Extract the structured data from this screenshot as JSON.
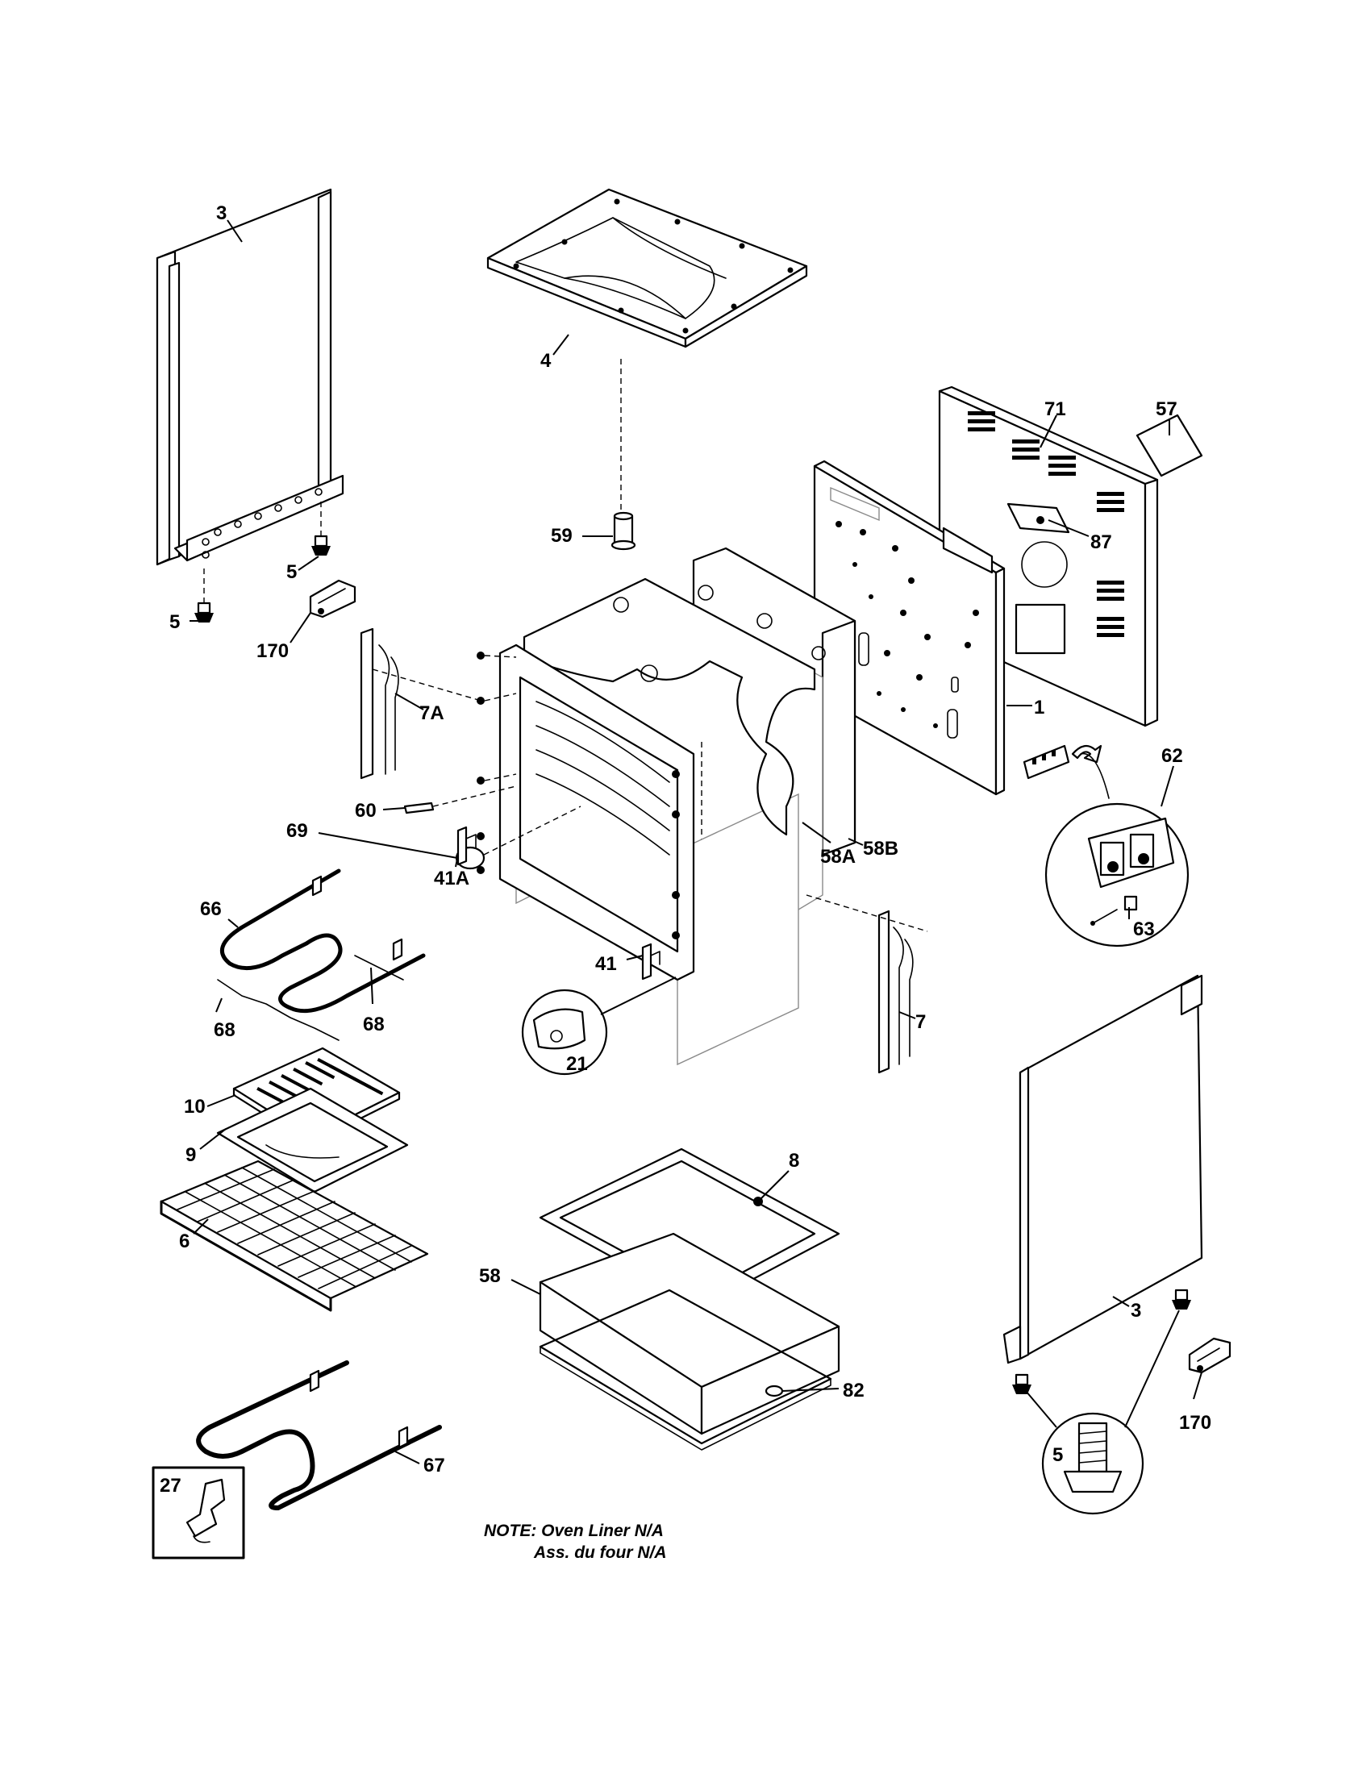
{
  "callouts": {
    "c3a": "3",
    "c4": "4",
    "c57": "57",
    "c71": "71",
    "c87": "87",
    "c59": "59",
    "c5a": "5",
    "c5b": "5",
    "c170a": "170",
    "c7a": "7A",
    "c1": "1",
    "c62": "62",
    "c60": "60",
    "c69": "69",
    "c41a": "41A",
    "c58a": "58A",
    "c58b": "58B",
    "c66": "66",
    "c63": "63",
    "c41": "41",
    "c7": "7",
    "c68a": "68",
    "c68b": "68",
    "c21": "21",
    "c10": "10",
    "c9": "9",
    "c6": "6",
    "c8": "8",
    "c58": "58",
    "c3b": "3",
    "c82": "82",
    "c170b": "170",
    "c5c": "5",
    "c67": "67",
    "c27": "27"
  },
  "note": {
    "line1": "NOTE: Oven Liner N/A",
    "line2": "Ass. du four N/A"
  }
}
